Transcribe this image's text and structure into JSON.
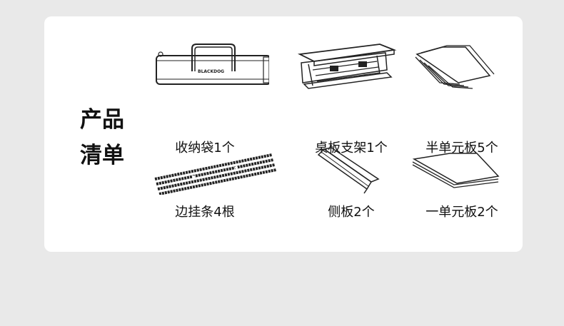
{
  "title_lines": [
    "产品",
    "清单"
  ],
  "brand_logo": "BLACKDOG",
  "items": [
    {
      "label": "收纳袋1个",
      "icon": "storage-bag"
    },
    {
      "label": "桌板支架1个",
      "icon": "table-frame"
    },
    {
      "label": "半单元板5个",
      "icon": "half-unit-boards"
    },
    {
      "label": "边挂条4根",
      "icon": "side-hanging-strips"
    },
    {
      "label": "侧板2个",
      "icon": "side-board"
    },
    {
      "label": "一单元板2个",
      "icon": "full-unit-boards"
    }
  ]
}
